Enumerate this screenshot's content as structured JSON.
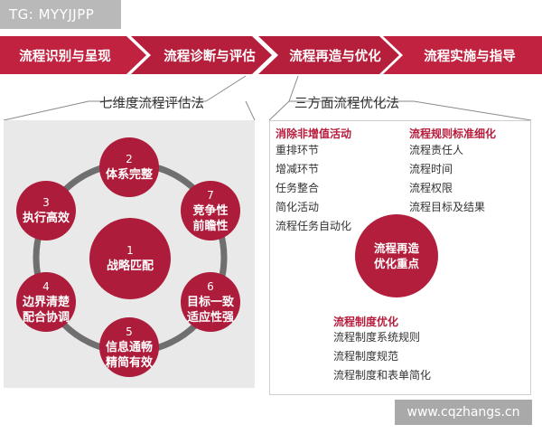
{
  "watermark": "TG: MYYJJPP",
  "process_steps": [
    "流程识别与呈现",
    "流程诊断与评估",
    "流程再造与优化",
    "流程实施与指导"
  ],
  "left_method": {
    "title": "七维度流程评估法",
    "center": {
      "num": "1",
      "label": "战略匹配"
    },
    "nodes": [
      {
        "num": "2",
        "lines": [
          "体系完整"
        ]
      },
      {
        "num": "7",
        "lines": [
          "竞争性",
          "前瞻性"
        ]
      },
      {
        "num": "6",
        "lines": [
          "目标一致",
          "适应性强"
        ]
      },
      {
        "num": "5",
        "lines": [
          "信息通畅",
          "精简有效"
        ]
      },
      {
        "num": "4",
        "lines": [
          "边界清楚",
          "配合协调"
        ]
      },
      {
        "num": "3",
        "lines": [
          "执行高效"
        ]
      }
    ]
  },
  "right_method": {
    "title": "三方面流程优化法",
    "groups": [
      {
        "heading": "消除非增值活动",
        "items": [
          "重排环节",
          "增减环节",
          "任务整合",
          "简化活动",
          "流程任务自动化"
        ]
      },
      {
        "heading": "流程规则标准细化",
        "items": [
          "流程责任人",
          "流程时间",
          "流程权限",
          "流程目标及结果"
        ]
      },
      {
        "heading": "流程制度优化",
        "items": [
          "流程制度系统规则",
          "流程制度规范",
          "流程制度和表单简化"
        ]
      }
    ],
    "center_lines": [
      "流程再造",
      "优化重点"
    ]
  },
  "site_url": "www.cqzhangs.cn",
  "colors": {
    "accent": "#b51f3b",
    "panel_bg": "#e9e9e9",
    "ring": "#6f6f6f"
  }
}
